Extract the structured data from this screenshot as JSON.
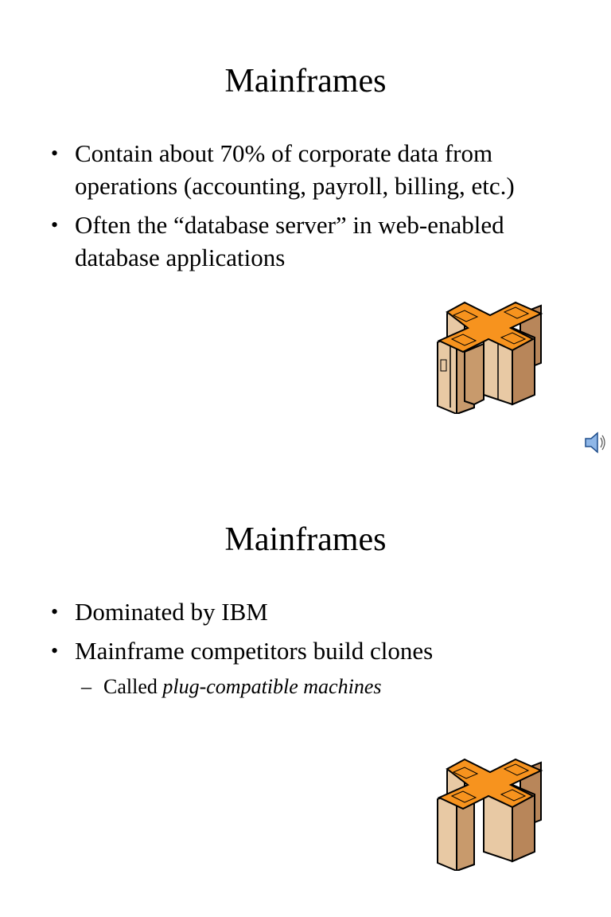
{
  "slides": [
    {
      "title": "Mainframes",
      "bullets": [
        "Contain about 70% of corporate data from operations (accounting, payroll, billing, etc.)",
        "Often the “database server” in web-enabled database applications"
      ]
    },
    {
      "title": "Mainframes",
      "bullets": [
        "Dominated by IBM",
        "Mainframe competitors build clones"
      ],
      "sub_bullet": {
        "prefix": "Called ",
        "emphasis": "plug-compatible machines"
      }
    }
  ],
  "icons": {
    "mainframe": "mainframe-icon",
    "speaker": "speaker-icon"
  },
  "colors": {
    "orange": "#F7931E",
    "cabinet": "#E8C9A4",
    "cabinet_dark": "#B8865A"
  }
}
